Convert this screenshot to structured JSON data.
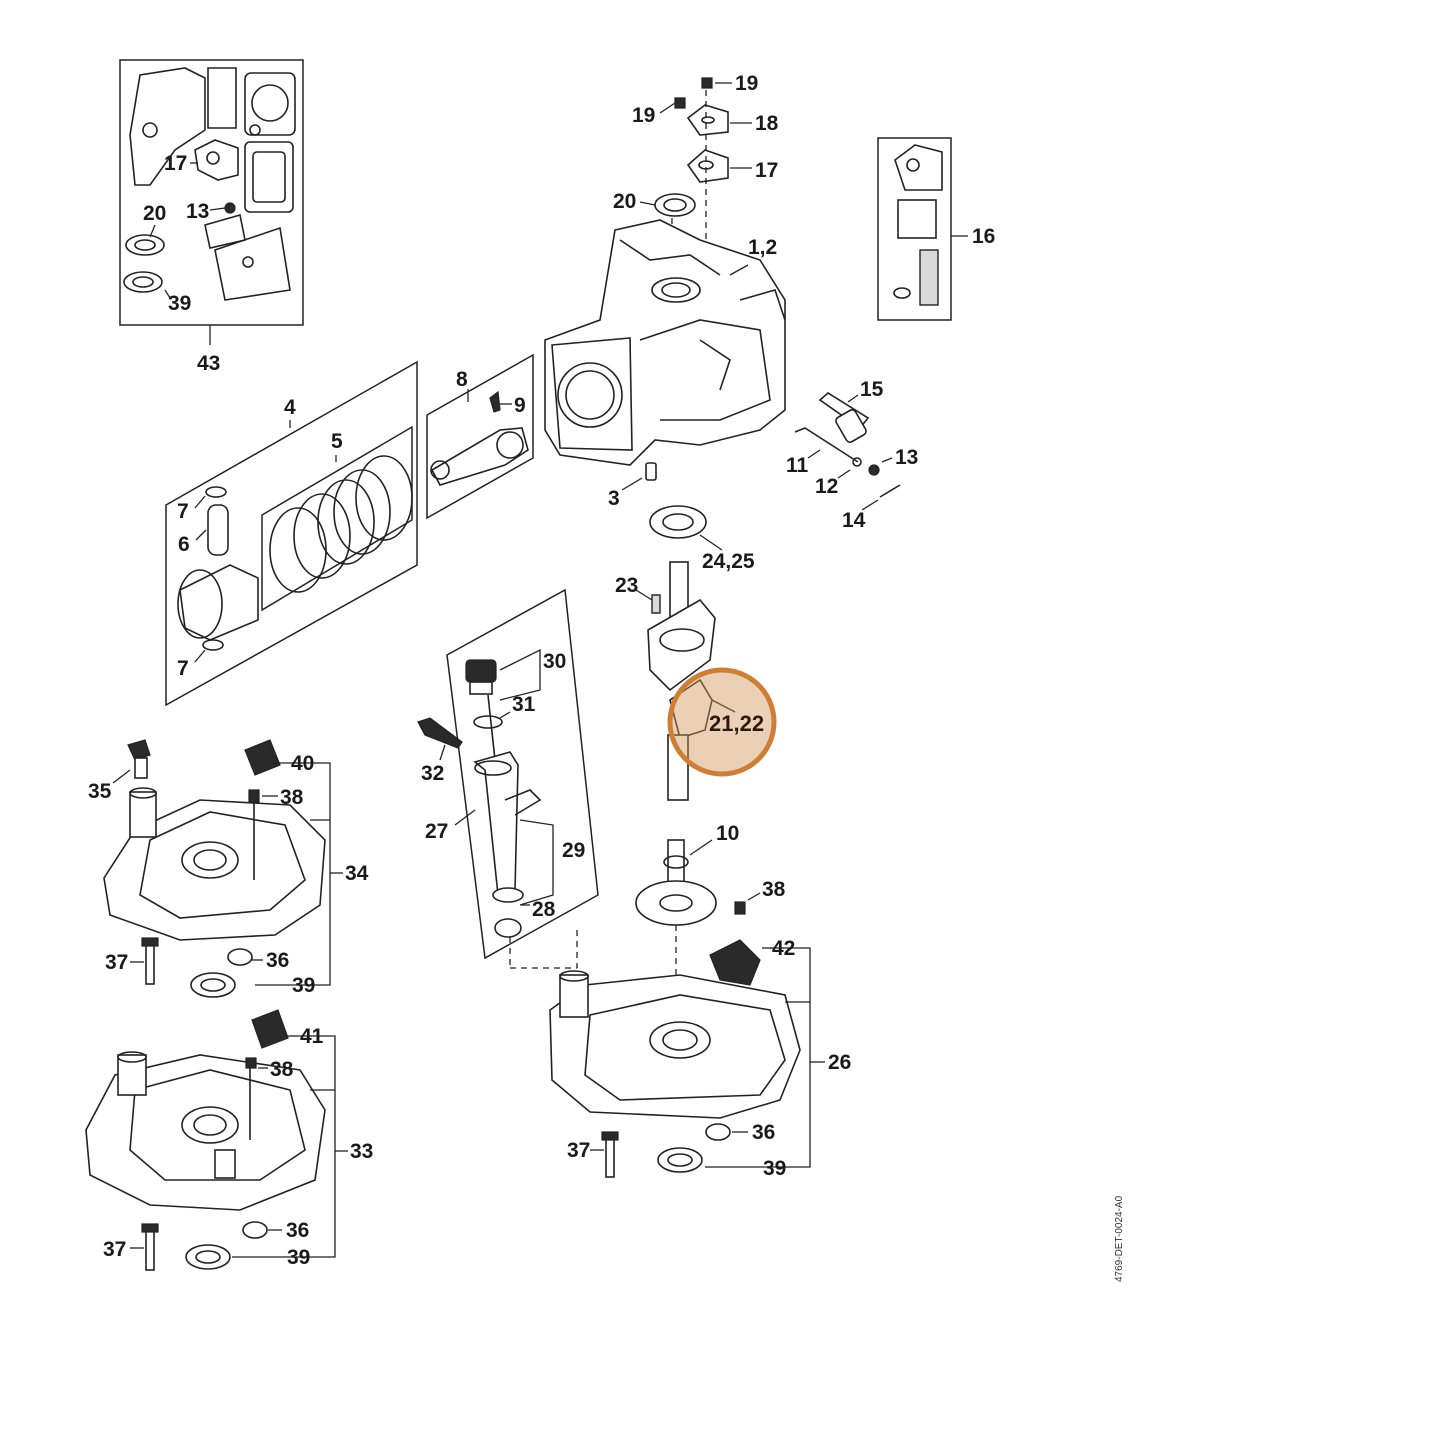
{
  "diagram": {
    "document_id": "4769-DET-0024-A0",
    "highlighted_callout": "21,22",
    "highlight_color": "#cf7f33",
    "callouts": {
      "c43": "43",
      "c17a": "17",
      "c13a": "13",
      "c20a": "20",
      "c39a": "39",
      "c19a": "19",
      "c19b": "19",
      "c18": "18",
      "c17b": "17",
      "c20b": "20",
      "c1_2": "1,2",
      "c16": "16",
      "c4": "4",
      "c5": "5",
      "c7a": "7",
      "c6": "6",
      "c7b": "7",
      "c8": "8",
      "c9": "9",
      "c3": "3",
      "c15": "15",
      "c11": "11",
      "c12": "12",
      "c13b": "13",
      "c14": "14",
      "c24_25": "24,25",
      "c23": "23",
      "c21_22": "21,22",
      "c30": "30",
      "c31": "31",
      "c32": "32",
      "c27": "27",
      "c29": "29",
      "c28": "28",
      "c35": "35",
      "c40": "40",
      "c38a": "38",
      "c34": "34",
      "c37a": "37",
      "c36a": "36",
      "c39b": "39",
      "c10": "10",
      "c38b": "38",
      "c42": "42",
      "c26": "26",
      "c37b": "37",
      "c36b": "36",
      "c39c": "39",
      "c41": "41",
      "c38c": "38",
      "c33": "33",
      "c37c": "37",
      "c36c": "36",
      "c39d": "39"
    }
  }
}
